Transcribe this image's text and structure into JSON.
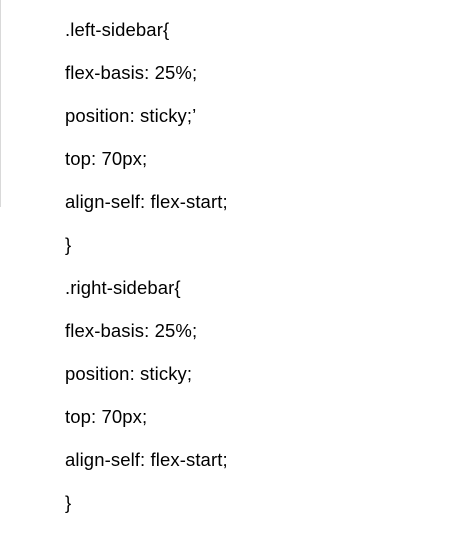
{
  "document": {
    "lines": [
      ".left-sidebar{",
      "flex-basis: 25%;",
      "position: sticky;’",
      "top: 70px;",
      "align-self: flex-start;",
      "}",
      ".right-sidebar{",
      "flex-basis: 25%;",
      "position: sticky;",
      "top: 70px;",
      "align-self: flex-start;",
      "}"
    ]
  }
}
